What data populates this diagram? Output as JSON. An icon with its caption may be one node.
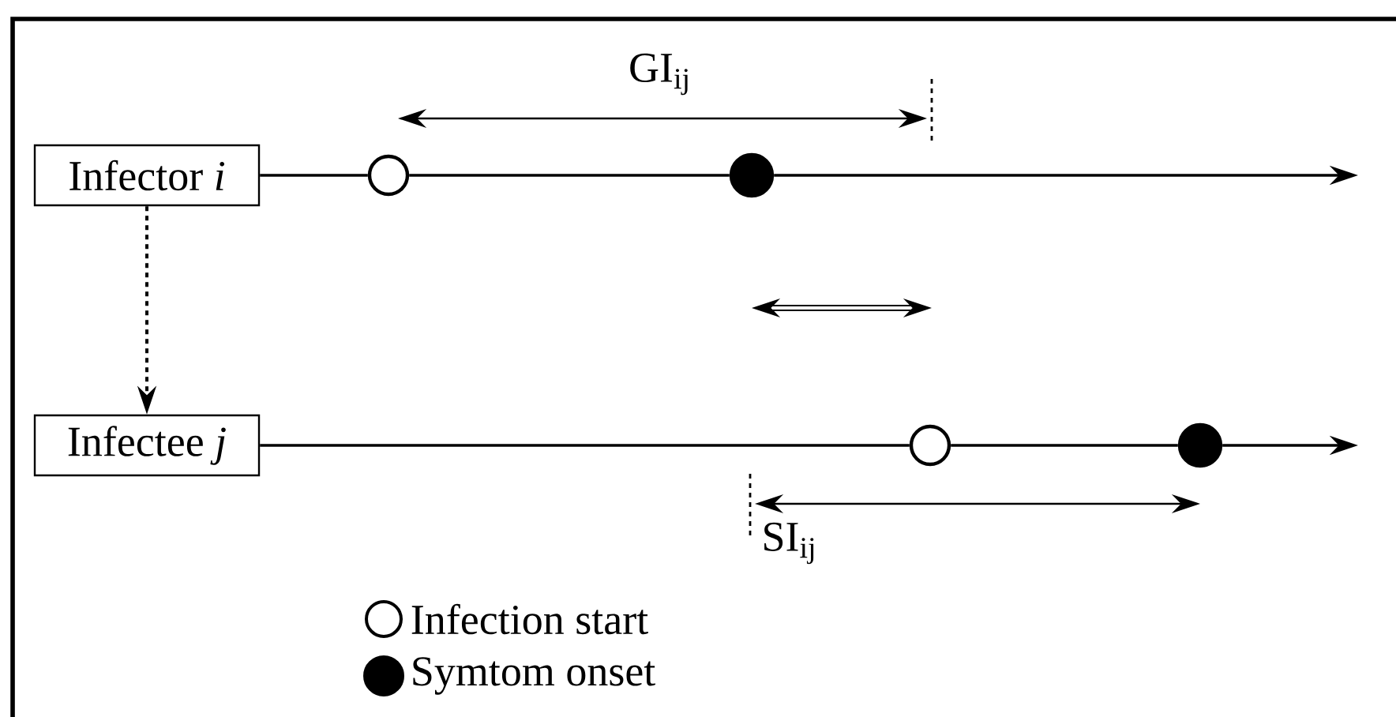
{
  "diagram": {
    "nodes": [
      {
        "text": [
          "Infector *i*"
        ]
      },
      {
        "text": [
          "Infectee *j*"
        ]
      },
      {
        "text": [],
        "shape": "circle"
      },
      {
        "text": [],
        "shape": "circle"
      },
      {
        "text": [],
        "shape": "circle"
      },
      {
        "text": [],
        "shape": "circle"
      }
    ],
    "edges": [
      {
        "from": 0,
        "to": 2,
        "arrow": "none"
      },
      {
        "from": 2,
        "to": 3,
        "arrow": "none"
      },
      {
        "from": 3,
        "to": null,
        "arrow": "to"
      },
      {
        "from": 1,
        "to": 4,
        "arrow": "none"
      },
      {
        "from": 4,
        "to": 5,
        "arrow": "none"
      },
      {
        "from": 5,
        "to": null,
        "arrow": "to"
      },
      {
        "from": 0,
        "to": 1,
        "arrow": "to",
        "style": "dashed"
      }
    ],
    "labels": [
      "GI$_{ij}$",
      "SI$_{ij}$"
    ],
    "legend": [
      {
        "text": "Infection start"
      },
      {
        "text": "Symtom onset"
      }
    ]
  }
}
